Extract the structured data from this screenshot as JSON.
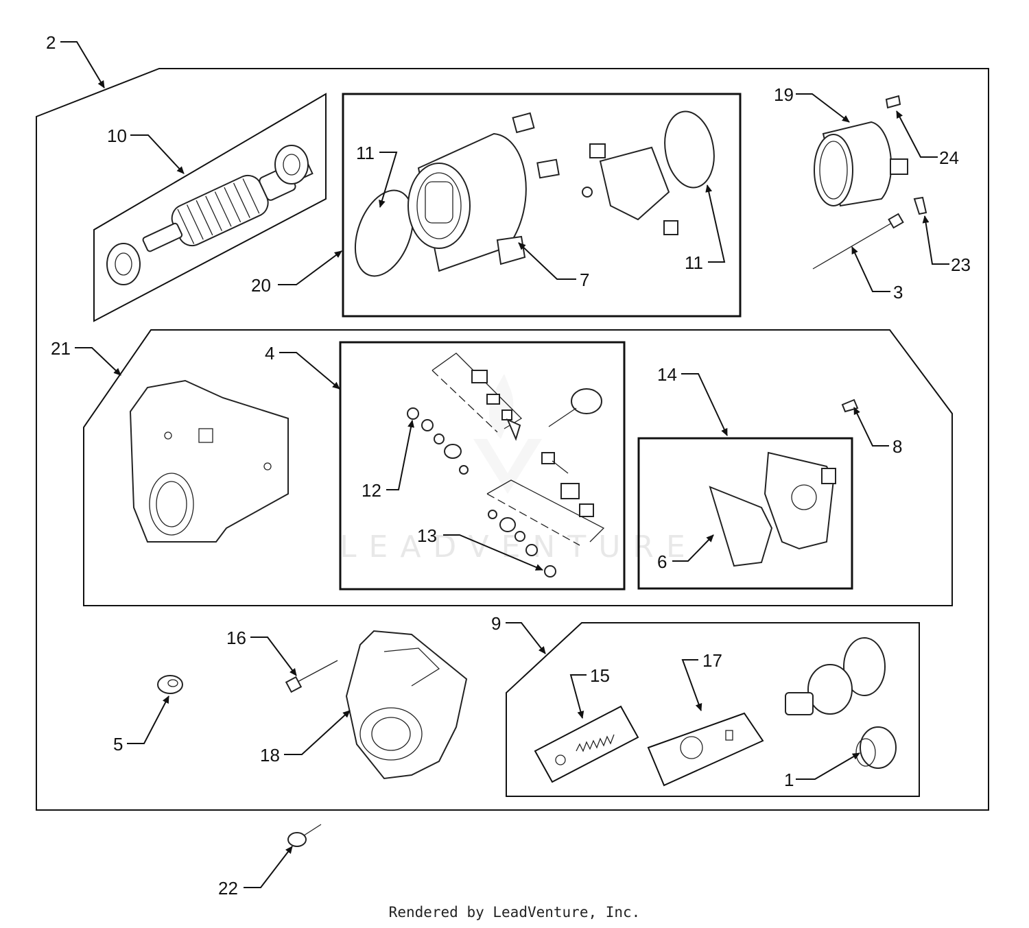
{
  "watermark": "LEADVENTURE",
  "footer": "Rendered by LeadVenture, Inc.",
  "callouts": {
    "c1": "1",
    "c2": "2",
    "c3": "3",
    "c4": "4",
    "c5": "5",
    "c6": "6",
    "c7": "7",
    "c8": "8",
    "c9": "9",
    "c10": "10",
    "c11a": "11",
    "c11b": "11",
    "c12": "12",
    "c13": "13",
    "c14": "14",
    "c15": "15",
    "c16": "16",
    "c17": "17",
    "c18": "18",
    "c19": "19",
    "c20": "20",
    "c21": "21",
    "c22": "22",
    "c23": "23",
    "c24": "24"
  }
}
